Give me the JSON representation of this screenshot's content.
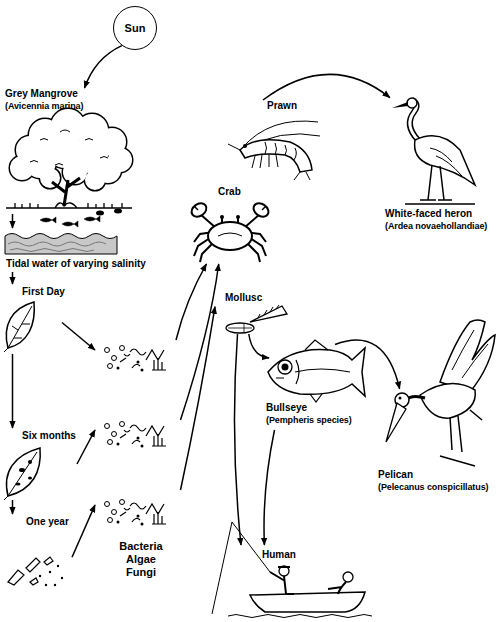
{
  "diagram": {
    "nodes": [
      {
        "text": [
          "Sun"
        ]
      },
      {
        "text": [
          "Grey Mangrove",
          "(Avicennia marina)"
        ]
      },
      {
        "text": [
          "Tidal water of varying salinity"
        ]
      },
      {
        "text": [
          "First Day"
        ]
      },
      {
        "text": [
          "Six months"
        ]
      },
      {
        "text": [
          "One year"
        ]
      },
      {
        "text": [
          "Bacteria Algae Fungi"
        ]
      },
      {
        "text": [
          "Prawn"
        ]
      },
      {
        "text": [
          "White-faced heron",
          "(Ardea novaehollandiae)"
        ]
      },
      {
        "text": [
          "Crab"
        ]
      },
      {
        "text": [
          "Mollusc"
        ]
      },
      {
        "text": [
          "Bullseye",
          "(Pempheris species)"
        ]
      },
      {
        "text": [
          "Pelican",
          "(Pelecanus conspicillatus)"
        ]
      },
      {
        "text": [
          "Human"
        ]
      }
    ],
    "edges": [
      {
        "from": 0,
        "to": 1,
        "arrow": "to"
      },
      {
        "from": 1,
        "to": 2,
        "arrow": "to"
      },
      {
        "from": 2,
        "to": 3,
        "arrow": "to"
      },
      {
        "from": 3,
        "to": 4,
        "arrow": "to"
      },
      {
        "from": 4,
        "to": 5,
        "arrow": "to"
      },
      {
        "from": 3,
        "to": 6,
        "arrow": "to"
      },
      {
        "from": 4,
        "to": 6,
        "arrow": "to"
      },
      {
        "from": 5,
        "to": 6,
        "arrow": "to"
      },
      {
        "from": 6,
        "to": 9,
        "arrow": "to"
      },
      {
        "from": 6,
        "to": 9,
        "arrow": "to"
      },
      {
        "from": 6,
        "to": 10,
        "arrow": "to"
      },
      {
        "from": 7,
        "to": 8,
        "arrow": "to"
      },
      {
        "from": 10,
        "to": 11,
        "arrow": "to"
      },
      {
        "from": 10,
        "to": 13,
        "arrow": "to"
      },
      {
        "from": 11,
        "to": 12,
        "arrow": "to"
      },
      {
        "from": 11,
        "to": 13,
        "arrow": "to"
      }
    ]
  }
}
